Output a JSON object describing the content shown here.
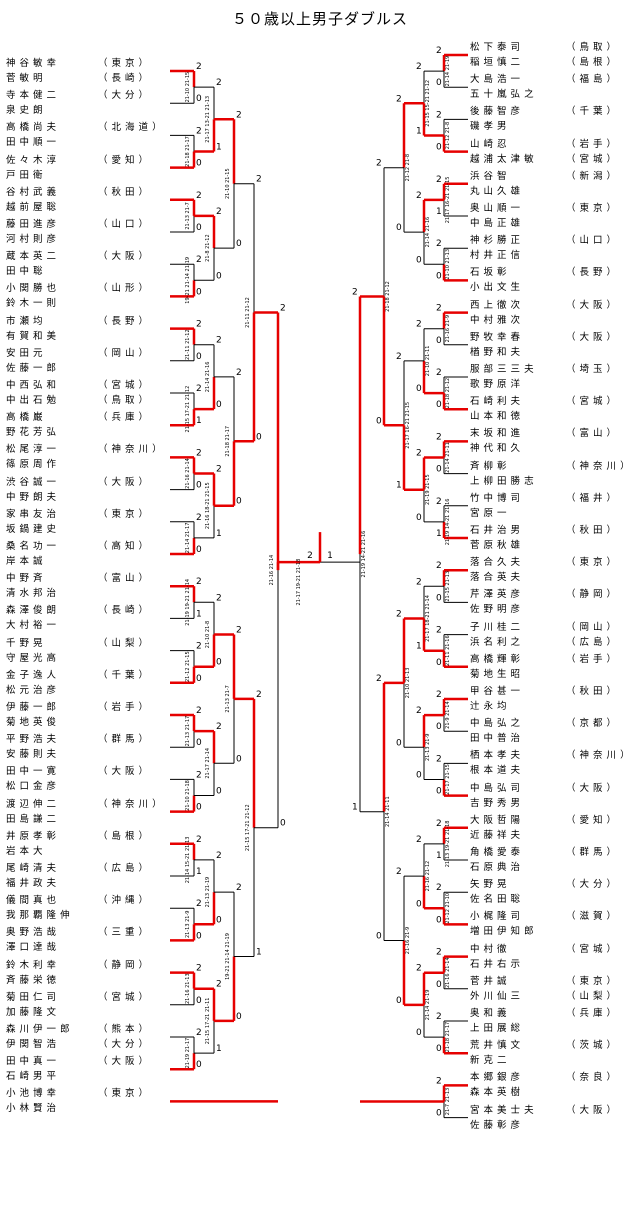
{
  "title": "５０歳以上男子ダブルス",
  "left_teams": [
    {
      "p1": "神 谷 敏 幸",
      "p2": "菅 敏 明",
      "pref1": "（ 東 京 ）",
      "pref2": "（ 長 崎 ）"
    },
    {
      "p1": "寺 本 健 二",
      "p2": "泉 史 朗",
      "pref1": "（ 大 分 ）",
      "pref2": ""
    },
    {
      "p1": "高 橋 尚 夫",
      "p2": "田 中 順 一",
      "pref1": "（ 北 海 道 ）",
      "pref2": ""
    },
    {
      "p1": "佐 々 木 淳",
      "p2": "戸 田 衛",
      "pref1": "（ 愛 知 ）",
      "pref2": ""
    },
    {
      "p1": "谷 村 武 義",
      "p2": "越 前 屋 聡",
      "pref1": "（ 秋 田 ）",
      "pref2": ""
    },
    {
      "p1": "藤 田 進 彦",
      "p2": "河 村 則 彦",
      "pref1": "（ 山 口 ）",
      "pref2": ""
    },
    {
      "p1": "蔵 本 英 二",
      "p2": "田 中 聡",
      "pref1": "（ 大 阪 ）",
      "pref2": ""
    },
    {
      "p1": "小 関 勝 也",
      "p2": "鈴 木 一 則",
      "pref1": "（ 山 形 ）",
      "pref2": ""
    },
    {
      "p1": "市 瀬 均",
      "p2": "有 賀 和 美",
      "pref1": "（ 長 野 ）",
      "pref2": ""
    },
    {
      "p1": "安 田 元",
      "p2": "佐 藤 一 郎",
      "pref1": "（ 岡 山 ）",
      "pref2": ""
    },
    {
      "p1": "中 西 弘 和",
      "p2": "中 出 石 勉",
      "pref1": "（ 宮 城 ）",
      "pref2": "（ 鳥 取 ）"
    },
    {
      "p1": "高 橋 巌",
      "p2": "野 花 芳 弘",
      "pref1": "（ 兵 庫 ）",
      "pref2": ""
    },
    {
      "p1": "松 尾 淳 一",
      "p2": "篠 原 周 作",
      "pref1": "（ 神 奈 川 ）",
      "pref2": ""
    },
    {
      "p1": "渋 谷 誠 一",
      "p2": "中 野 朗 夫",
      "pref1": "（ 大 阪 ）",
      "pref2": ""
    },
    {
      "p1": "家 串 友 治",
      "p2": "坂 鍋 建 史",
      "pref1": "（ 東 京 ）",
      "pref2": ""
    },
    {
      "p1": "桑 名 功 一",
      "p2": "岸 本 誠",
      "pref1": "（ 高 知 ）",
      "pref2": ""
    },
    {
      "p1": "中 野 斉",
      "p2": "清 水 邦 治",
      "pref1": "（ 富 山 ）",
      "pref2": ""
    },
    {
      "p1": "森 澤 俊 朗",
      "p2": "大 村 裕 一",
      "pref1": "（ 長 崎 ）",
      "pref2": ""
    },
    {
      "p1": "千 野 晃",
      "p2": "守 屋 光 高",
      "pref1": "（ 山 梨 ）",
      "pref2": ""
    },
    {
      "p1": "金 子 逸 人",
      "p2": "松 元 治 彦",
      "pref1": "（ 千 葉 ）",
      "pref2": ""
    },
    {
      "p1": "伊 藤 一 郎",
      "p2": "菊 地 英 俊",
      "pref1": "（ 岩 手 ）",
      "pref2": ""
    },
    {
      "p1": "平 野 浩 夫",
      "p2": "安 藤 則 夫",
      "pref1": "（ 群 馬 ）",
      "pref2": ""
    },
    {
      "p1": "田 中 一 寛",
      "p2": "松 口 金 彦",
      "pref1": "（ 大 阪 ）",
      "pref2": ""
    },
    {
      "p1": "渡 辺 伸 二",
      "p2": "田 島 謙 二",
      "pref1": "（ 神 奈 川 ）",
      "pref2": ""
    },
    {
      "p1": "井 原 孝 彰",
      "p2": "岩 本 大",
      "pref1": "（ 島 根 ）",
      "pref2": ""
    },
    {
      "p1": "尾 崎 清 夫",
      "p2": "福 井 政 夫",
      "pref1": "（ 広 島 ）",
      "pref2": ""
    },
    {
      "p1": "儀 間 真 也",
      "p2": "我 那 覇 隆 伸",
      "pref1": "（ 沖 縄 ）",
      "pref2": ""
    },
    {
      "p1": "奥 野 浩 哉",
      "p2": "澤 口 達 哉",
      "pref1": "（ 三 重 ）",
      "pref2": ""
    },
    {
      "p1": "鈴 木 利 幸",
      "p2": "斉 藤 栄 徳",
      "pref1": "（ 静 岡 ）",
      "pref2": ""
    },
    {
      "p1": "菊 田 仁 司",
      "p2": "加 藤 隆 文",
      "pref1": "（ 宮 城 ）",
      "pref2": ""
    },
    {
      "p1": "森 川 伊 一 郎",
      "p2": "伊 関 智 浩",
      "pref1": "（ 熊 本 ）",
      "pref2": "（ 大 分 ）"
    },
    {
      "p1": "田 中 真 一",
      "p2": "石 崎 男 平",
      "pref1": "（ 大 阪 ）",
      "pref2": ""
    },
    {
      "p1": "小 池 博 幸",
      "p2": "小 林 賢 治",
      "pref1": "（ 東 京 ）",
      "pref2": ""
    }
  ],
  "right_teams": [
    {
      "p1": "松 下 泰 司",
      "p2": "稲 垣 慎 二",
      "pref1": "（ 鳥 取 ）",
      "pref2": "（ 島 根 ）"
    },
    {
      "p1": "大 島 浩 一",
      "p2": "五 十 嵐 弘 之",
      "pref1": "（ 福 島 ）",
      "pref2": ""
    },
    {
      "p1": "後 藤 智 彦",
      "p2": "磯 孝 男",
      "pref1": "（ 千 葉 ）",
      "pref2": ""
    },
    {
      "p1": "山 崎 忍",
      "p2": "越 浦 太 津 敏",
      "pref1": "（ 岩 手 ）",
      "pref2": "（ 宮 城 ）"
    },
    {
      "p1": "浜 谷 智",
      "p2": "丸 山 久 雄",
      "pref1": "（ 新 潟 ）",
      "pref2": ""
    },
    {
      "p1": "奥 山 順 一",
      "p2": "中 島 正 雄",
      "pref1": "（ 東 京 ）",
      "pref2": ""
    },
    {
      "p1": "神 杉 勝 正",
      "p2": "村 井 正 信",
      "pref1": "（ 山 口 ）",
      "pref2": ""
    },
    {
      "p1": "石 坂 彰",
      "p2": "小 出 文 生",
      "pref1": "（ 長 野 ）",
      "pref2": ""
    },
    {
      "p1": "西 上 徹 次",
      "p2": "中 村 雅 次",
      "pref1": "（ 大 阪 ）",
      "pref2": ""
    },
    {
      "p1": "野 牧 幸 春",
      "p2": "楢 野 和 夫",
      "pref1": "（ 大 阪 ）",
      "pref2": ""
    },
    {
      "p1": "服 部 三 三 夫",
      "p2": "歌 野 原 洋",
      "pref1": "（ 埼 玉 ）",
      "pref2": ""
    },
    {
      "p1": "石 崎 利 夫",
      "p2": "山 本 和 徳",
      "pref1": "（ 宮 城 ）",
      "pref2": ""
    },
    {
      "p1": "末 坂 和 進",
      "p2": "神 代 和 久",
      "pref1": "（ 富 山 ）",
      "pref2": ""
    },
    {
      "p1": "斉 柳 彰",
      "p2": "上 柳 田 勝 志",
      "pref1": "（ 神 奈 川 ）",
      "pref2": ""
    },
    {
      "p1": "竹 中 博 司",
      "p2": "宮 原 一",
      "pref1": "（ 福 井 ）",
      "pref2": ""
    },
    {
      "p1": "石 井 治 男",
      "p2": "菅 原 秋 雄",
      "pref1": "（ 秋 田 ）",
      "pref2": ""
    },
    {
      "p1": "落 合 久 夫",
      "p2": "落 合 英 夫",
      "pref1": "（ 東 京 ）",
      "pref2": ""
    },
    {
      "p1": "芹 澤 英 彦",
      "p2": "佐 野 明 彦",
      "pref1": "（ 静 岡 ）",
      "pref2": ""
    },
    {
      "p1": "子 川 桂 二",
      "p2": "浜 名 利 之",
      "pref1": "（ 岡 山 ）",
      "pref2": "（ 広 島 ）"
    },
    {
      "p1": "高 橋 輝 彰",
      "p2": "菊 地 生 昭",
      "pref1": "（ 岩 手 ）",
      "pref2": ""
    },
    {
      "p1": "甲 谷 甚 一",
      "p2": "辻 永 均",
      "pref1": "（ 秋 田 ）",
      "pref2": ""
    },
    {
      "p1": "中 島 弘 之",
      "p2": "田 中 普 治",
      "pref1": "（ 京 都 ）",
      "pref2": ""
    },
    {
      "p1": "栖 本 孝 夫",
      "p2": "根 本 道 夫",
      "pref1": "（ 神 奈 川 ）",
      "pref2": ""
    },
    {
      "p1": "中 島 弘 司",
      "p2": "吉 野 秀 男",
      "pref1": "（ 大 阪 ）",
      "pref2": ""
    },
    {
      "p1": "大 阪 哲 陽",
      "p2": "近 藤 祥 夫",
      "pref1": "（ 愛 知 ）",
      "pref2": ""
    },
    {
      "p1": "角 橋 愛 泰",
      "p2": "石 原 典 治",
      "pref1": "（ 群 馬 ）",
      "pref2": ""
    },
    {
      "p1": "矢 野 晃",
      "p2": "佐 名 田 聡",
      "pref1": "（ 大 分 ）",
      "pref2": ""
    },
    {
      "p1": "小 梶 隆 司",
      "p2": "増 田 伊 知 郎",
      "pref1": "（ 滋 賀 ）",
      "pref2": ""
    },
    {
      "p1": "中 村 徹",
      "p2": "石 井 右 示",
      "pref1": "（ 宮 城 ）",
      "pref2": ""
    },
    {
      "p1": "菅 井 誠",
      "p2": "外 川 仙 三",
      "pref1": "（ 東 京 ）",
      "pref2": "（ 山 梨 ）"
    },
    {
      "p1": "奥 和 義",
      "p2": "上 田 展 総",
      "pref1": "（ 兵 庫 ）",
      "pref2": ""
    },
    {
      "p1": "荒 井 慎 文",
      "p2": "新 克 二",
      "pref1": "（ 茨 城 ）",
      "pref2": ""
    },
    {
      "p1": "本 郷 銀 彦",
      "p2": "森 本 英 樹",
      "pref1": "（ 奈 良 ）",
      "pref2": ""
    },
    {
      "p1": "宮 本 美 士 夫",
      "p2": "佐 藤 彰 彦",
      "pref1": "（ 大 阪 ）",
      "pref2": ""
    }
  ],
  "left_scores": [
    {
      "w": "2",
      "l": "0",
      "sets": "21-10 21-15"
    },
    {
      "w": "2",
      "l": "0",
      "sets": "21-18 21-17"
    },
    {
      "w": "2",
      "l": "0",
      "sets": "21-13 21-7"
    },
    {
      "w": "2",
      "l": "0",
      "sets": "19-21 21-14 21-19"
    },
    {
      "w": "2",
      "l": "0",
      "sets": "21-11 21-12"
    },
    {
      "w": "2",
      "l": "1",
      "sets": "21-15 17-21 21-12"
    },
    {
      "w": "2",
      "l": "0",
      "sets": "21-16 21-14"
    },
    {
      "w": "2",
      "l": "0",
      "sets": "21-14 21-17"
    },
    {
      "w": "2",
      "l": "1",
      "sets": "21-19 19-21 21-14"
    },
    {
      "w": "2",
      "l": "0",
      "sets": "21-12 21-15"
    },
    {
      "w": "2",
      "l": "0",
      "sets": "21-13 21-17"
    },
    {
      "w": "2",
      "l": "0",
      "sets": "21-10 21-18"
    },
    {
      "w": "2",
      "l": "1",
      "sets": "21-14 15-21 21-13"
    },
    {
      "w": "2",
      "l": "0",
      "sets": "21-13 21-9"
    },
    {
      "w": "2",
      "l": "0",
      "sets": "21-16 21-13"
    },
    {
      "w": "2",
      "l": "0",
      "sets": "21-19 21-17"
    },
    {
      "w": "2",
      "l": "1",
      "sets": "21-17 13-21 21-13"
    },
    {
      "w": "2",
      "l": "0",
      "sets": "21-8 21-12"
    },
    {
      "w": "2",
      "l": "0",
      "sets": "21-14 21-16"
    },
    {
      "w": "2",
      "l": "1",
      "sets": "21-16 18-21 21-15"
    },
    {
      "w": "2",
      "l": "0",
      "sets": "21-10 21-8"
    },
    {
      "w": "2",
      "l": "0",
      "sets": "21-17 21-14"
    },
    {
      "w": "2",
      "l": "0",
      "sets": "21-13 21-19"
    },
    {
      "w": "2",
      "l": "1",
      "sets": "21-15 17-21 21-11"
    }
  ],
  "right_scores": [
    {
      "w": "2",
      "l": "0",
      "sets": "21-14 21-19"
    },
    {
      "w": "2",
      "l": "0",
      "sets": "21-12 21-8"
    },
    {
      "w": "2",
      "l": "1",
      "sets": "21-17 16-21 21-15"
    },
    {
      "w": "2",
      "l": "0",
      "sets": "21-10 21-13"
    },
    {
      "w": "2",
      "l": "0",
      "sets": "21-16 21-9"
    },
    {
      "w": "2",
      "l": "0",
      "sets": "21-18 21-12"
    },
    {
      "w": "2",
      "l": "0",
      "sets": "21-14 21-11"
    },
    {
      "w": "2",
      "l": "1",
      "sets": "21-19 14-21 21-16"
    },
    {
      "w": "2",
      "l": "0",
      "sets": "21-15 21-13"
    },
    {
      "w": "2",
      "l": "0",
      "sets": "21-11 21-16"
    },
    {
      "w": "2",
      "l": "0",
      "sets": "21-9 21-14"
    },
    {
      "w": "2",
      "l": "0",
      "sets": "21-17 21-15"
    },
    {
      "w": "2",
      "l": "1",
      "sets": "21-13 19-21 21-18"
    },
    {
      "w": "2",
      "l": "0",
      "sets": "21-12 21-10"
    },
    {
      "w": "2",
      "l": "0",
      "sets": "21-16 21-14"
    },
    {
      "w": "2",
      "l": "0",
      "sets": "21-18 21-17"
    },
    {
      "w": "2",
      "l": "0",
      "sets": "21-7 21-13"
    },
    {
      "w": "2",
      "l": "1",
      "sets": "21-15 15-21 21-12"
    },
    {
      "w": "2",
      "l": "0",
      "sets": "21-14 21-16"
    },
    {
      "w": "2",
      "l": "0",
      "sets": "21-10 21-11"
    },
    {
      "w": "2",
      "l": "0",
      "sets": "21-19 21-15"
    },
    {
      "w": "2",
      "l": "1",
      "sets": "21-17 18-21 21-14"
    },
    {
      "w": "2",
      "l": "0",
      "sets": "21-13 21-9"
    },
    {
      "w": "2",
      "l": "0",
      "sets": "21-16 21-12"
    }
  ],
  "final": {
    "w": "2",
    "l": "1",
    "sets": "21-17 19-21 21-18"
  }
}
